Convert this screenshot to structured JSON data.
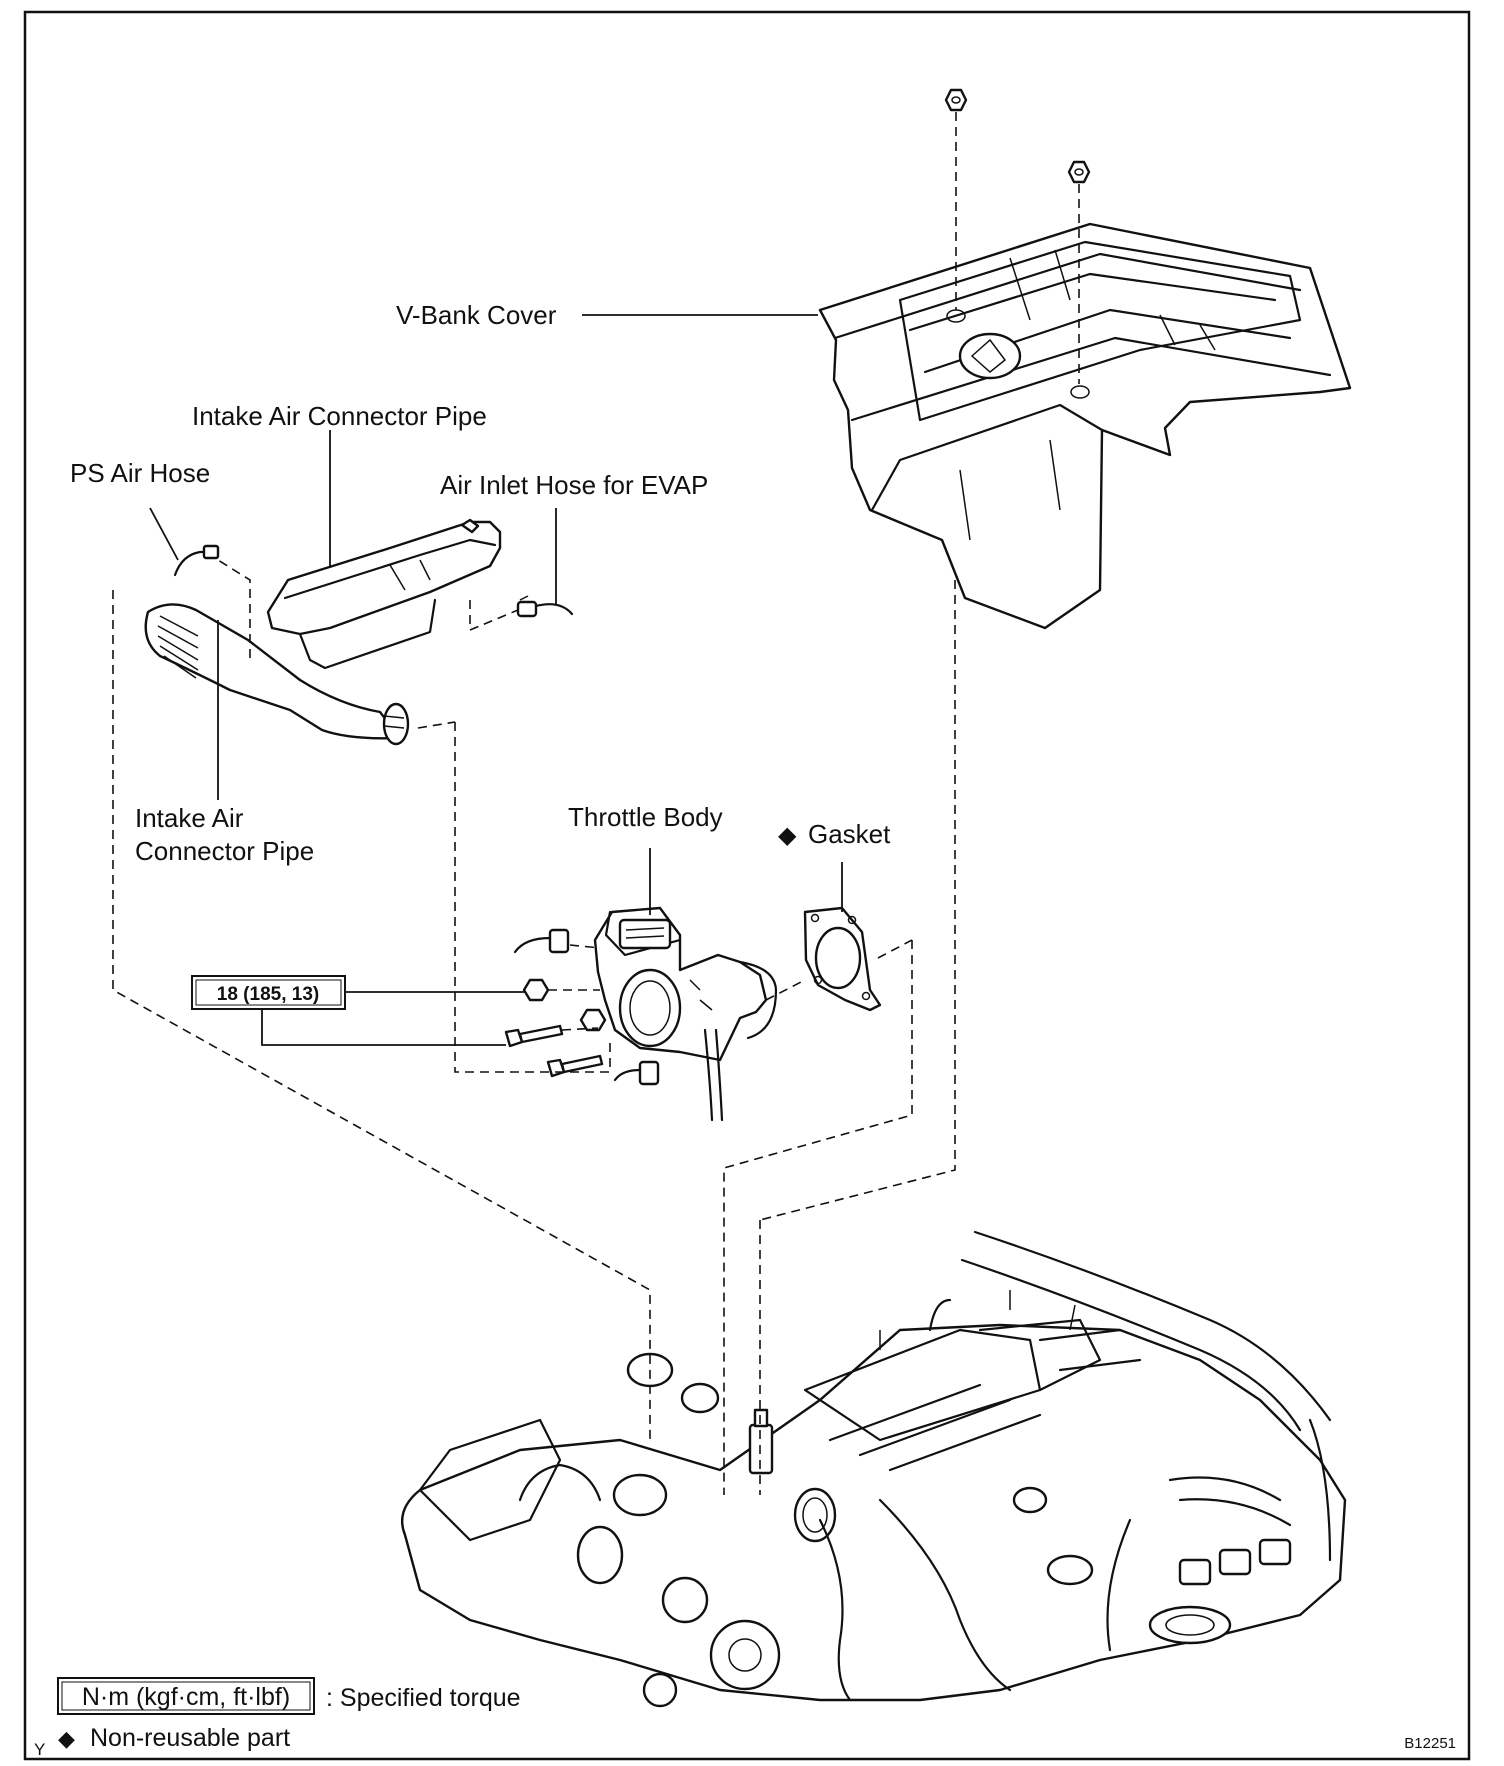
{
  "labels": {
    "v_bank_cover": "V-Bank Cover",
    "intake_connector_pipe_top": "Intake Air Connector Pipe",
    "ps_air_hose": "PS Air Hose",
    "air_inlet_hose_evap": "Air Inlet Hose for EVAP",
    "intake_connector_pipe_lower_line1": "Intake Air",
    "intake_connector_pipe_lower_line2": "Connector Pipe",
    "throttle_body": "Throttle Body",
    "gasket": "Gasket"
  },
  "torque_spec": "18 (185, 13)",
  "legend": {
    "torque_unit": "N·m (kgf·cm, ft·lbf)",
    "torque_desc": ": Specified torque",
    "non_reusable_marker": "◆",
    "non_reusable_desc": "Non-reusable part"
  },
  "gasket_marker": "◆",
  "corner_mark": "Y",
  "figure_id": "B12251"
}
